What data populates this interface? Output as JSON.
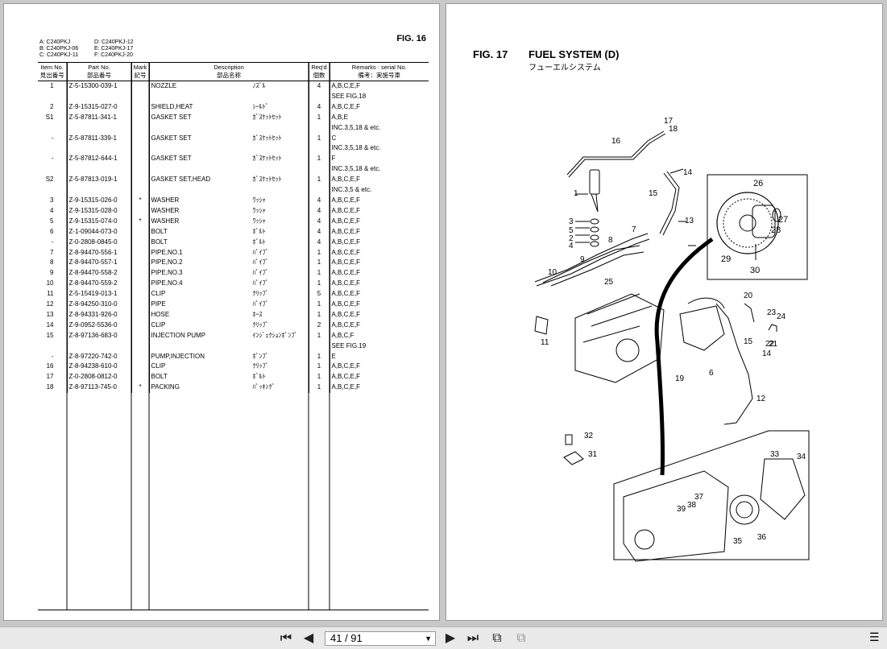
{
  "left": {
    "fig_label": "FIG. 16",
    "models": [
      [
        "A: C240PKJ",
        "D: C240PKJ-12"
      ],
      [
        "B: C240PKJ-06",
        "E: C240PKJ-17"
      ],
      [
        "C: C240PKJ-11",
        "F: C240PKJ-20"
      ]
    ],
    "headers": {
      "item_en": "Item No.",
      "item_jp": "見出番号",
      "part_en": "Part No.",
      "part_jp": "部品番号",
      "mark_en": "Mark",
      "mark_jp": "記号",
      "desc_en": "Description",
      "desc_jp": "部品名称",
      "qty_en": "Req'd",
      "qty_jp": "個数",
      "rem_en": "Remarks : serial No.",
      "rem_jp": "備考：実施号車"
    },
    "rows": [
      {
        "item": "1",
        "part": "Z-5-15300-039-1",
        "mark": "",
        "desc": "NOZZLE",
        "jp": "ﾉｽﾞﾙ",
        "qty": "4",
        "rem": "A,B,C,E,F"
      },
      {
        "item": "",
        "part": "",
        "mark": "",
        "desc": "",
        "jp": "",
        "qty": "",
        "rem": "SEE FIG.18"
      },
      {
        "item": "2",
        "part": "Z-9-15315-027-0",
        "mark": "",
        "desc": "SHIELD,HEAT",
        "jp": "ｼｰﾙﾄﾞ",
        "qty": "4",
        "rem": "A,B,C,E,F"
      },
      {
        "item": "S1",
        "part": "Z-5-87811-341-1",
        "mark": "",
        "desc": "GASKET SET",
        "jp": "ｶﾞｽｹｯﾄｾｯﾄ",
        "qty": "1",
        "rem": "A,B,E"
      },
      {
        "item": "",
        "part": "",
        "mark": "",
        "desc": "",
        "jp": "",
        "qty": "",
        "rem": "INC.3,5,18 & etc."
      },
      {
        "item": "-",
        "part": "Z-5-87811-339-1",
        "mark": "",
        "desc": "GASKET SET",
        "jp": "ｶﾞｽｹｯﾄｾｯﾄ",
        "qty": "1",
        "rem": "C"
      },
      {
        "item": "",
        "part": "",
        "mark": "",
        "desc": "",
        "jp": "",
        "qty": "",
        "rem": "INC.3,5,18 & etc."
      },
      {
        "item": "-",
        "part": "Z-5-87812-644-1",
        "mark": "",
        "desc": "GASKET SET",
        "jp": "ｶﾞｽｹｯﾄｾｯﾄ",
        "qty": "1",
        "rem": "F"
      },
      {
        "item": "",
        "part": "",
        "mark": "",
        "desc": "",
        "jp": "",
        "qty": "",
        "rem": "INC.3,5,18 & etc."
      },
      {
        "item": "S2",
        "part": "Z-5-87813-019-1",
        "mark": "",
        "desc": "GASKET SET,HEAD",
        "jp": "ｶﾞｽｹｯﾄｾｯﾄ",
        "qty": "1",
        "rem": "A,B,C,E,F"
      },
      {
        "item": "",
        "part": "",
        "mark": "",
        "desc": "",
        "jp": "",
        "qty": "",
        "rem": "INC.3,5 & etc."
      },
      {
        "item": "3",
        "part": "Z-9-15315-026-0",
        "mark": "*",
        "desc": "WASHER",
        "jp": "ﾜｯｼｬ",
        "qty": "4",
        "rem": "A,B,C,E,F"
      },
      {
        "item": "4",
        "part": "Z-9-15315-028-0",
        "mark": "",
        "desc": "WASHER",
        "jp": "ﾜｯｼｬ",
        "qty": "4",
        "rem": "A,B,C,E,F"
      },
      {
        "item": "5",
        "part": "Z-9-15315-074-0",
        "mark": "*",
        "desc": "WASHER",
        "jp": "ﾜｯｼｬ",
        "qty": "4",
        "rem": "A,B,C,E,F"
      },
      {
        "item": "6",
        "part": "Z-1-09044-073-0",
        "mark": "",
        "desc": "BOLT",
        "jp": "ﾎﾞﾙﾄ",
        "qty": "4",
        "rem": "A,B,C,E,F"
      },
      {
        "item": "-",
        "part": "Z-0-2808-0845-0",
        "mark": "",
        "desc": "BOLT",
        "jp": "ﾎﾞﾙﾄ",
        "qty": "4",
        "rem": "A,B,C,E,F"
      },
      {
        "item": "7",
        "part": "Z-8-94470-556-1",
        "mark": "",
        "desc": "PIPE,NO.1",
        "jp": "ﾊﾟｲﾌﾟ",
        "qty": "1",
        "rem": "A,B,C,E,F"
      },
      {
        "item": "8",
        "part": "Z-8-94470-557-1",
        "mark": "",
        "desc": "PIPE,NO.2",
        "jp": "ﾊﾟｲﾌﾟ",
        "qty": "1",
        "rem": "A,B,C,E,F"
      },
      {
        "item": "9",
        "part": "Z-8-94470-558-2",
        "mark": "",
        "desc": "PIPE,NO.3",
        "jp": "ﾊﾟｲﾌﾟ",
        "qty": "1",
        "rem": "A,B,C,E,F"
      },
      {
        "item": "10",
        "part": "Z-8-94470-559-2",
        "mark": "",
        "desc": "PIPE,NO.4",
        "jp": "ﾊﾟｲﾌﾟ",
        "qty": "1",
        "rem": "A,B,C,E,F"
      },
      {
        "item": "11",
        "part": "Z-5-15419-013-1",
        "mark": "",
        "desc": "CLIP",
        "jp": "ｸﾘｯﾌﾟ",
        "qty": "5",
        "rem": "A,B,C,E,F"
      },
      {
        "item": "12",
        "part": "Z-8-94250-310-0",
        "mark": "",
        "desc": "PIPE",
        "jp": "ﾊﾟｲﾌﾟ",
        "qty": "1",
        "rem": "A,B,C,E,F"
      },
      {
        "item": "13",
        "part": "Z-8-94331-926-0",
        "mark": "",
        "desc": "HOSE",
        "jp": "ﾎｰｽ",
        "qty": "1",
        "rem": "A,B,C,E,F"
      },
      {
        "item": "14",
        "part": "Z-9-0952-5536-0",
        "mark": "",
        "desc": "CLIP",
        "jp": "ｸﾘｯﾌﾟ",
        "qty": "2",
        "rem": "A,B,C,E,F"
      },
      {
        "item": "15",
        "part": "Z-8-97136-683-0",
        "mark": "",
        "desc": "INJECTION PUMP",
        "jp": "ｲﾝｼﾞｪｸｼｮﾝﾎﾟﾝﾌﾟ",
        "qty": "1",
        "rem": "A,B,C,F"
      },
      {
        "item": "",
        "part": "",
        "mark": "",
        "desc": "",
        "jp": "",
        "qty": "",
        "rem": "SEE FIG.19"
      },
      {
        "item": "-",
        "part": "Z-8-97220-742-0",
        "mark": "",
        "desc": "PUMP,INJECTION",
        "jp": "ﾎﾟﾝﾌﾟ",
        "qty": "1",
        "rem": "E"
      },
      {
        "item": "16",
        "part": "Z-8-94238-610-0",
        "mark": "",
        "desc": "CLIP",
        "jp": "ｸﾘｯﾌﾟ",
        "qty": "1",
        "rem": "A,B,C,E,F"
      },
      {
        "item": "17",
        "part": "Z-0-2808-0812-0",
        "mark": "",
        "desc": "BOLT",
        "jp": "ﾎﾞﾙﾄ",
        "qty": "1",
        "rem": "A,B,C,E,F"
      },
      {
        "item": "18",
        "part": "Z-8-97113-745-0",
        "mark": "*",
        "desc": "PACKING",
        "jp": "ﾊﾟｯｷﾝｸﾞ",
        "qty": "1",
        "rem": "A,B,C,E,F"
      }
    ]
  },
  "right": {
    "fig_label": "FIG. 17",
    "title": "FUEL SYSTEM (D)",
    "title_jp": "フューエルシステム",
    "callouts": [
      "1",
      "2",
      "3",
      "4",
      "5",
      "6",
      "7",
      "8",
      "9",
      "10",
      "11",
      "12",
      "13",
      "14",
      "15",
      "16",
      "17",
      "18",
      "19",
      "20",
      "21",
      "22",
      "23",
      "24",
      "25",
      "26",
      "27",
      "28",
      "29",
      "30",
      "31",
      "32",
      "33",
      "34",
      "35",
      "36",
      "37",
      "38",
      "39",
      "14",
      "15"
    ]
  },
  "toolbar": {
    "page_indicator": "41 / 91"
  }
}
